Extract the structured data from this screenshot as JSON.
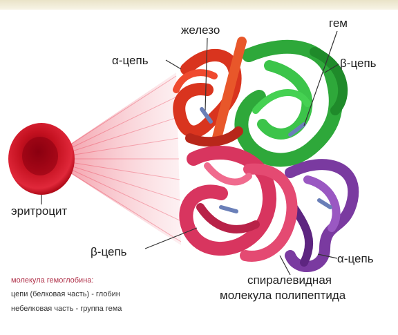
{
  "labels": {
    "iron": "железо",
    "heme": "гем",
    "alpha_top": "α-цепь",
    "beta_right": "β-цепь",
    "erythrocyte": "эритроцит",
    "beta_left": "β-цепь",
    "alpha_bottom": "α-цепь",
    "polypeptide_line1": "спиралевидная",
    "polypeptide_line2": "молекула полипептида"
  },
  "legend": {
    "line1": "молекула гемоглобина:",
    "line2": "цепи (белковая часть) - глобин",
    "line3": "небелковая часть - группа гема"
  },
  "colors": {
    "alpha_top": "#d9341e",
    "beta_right": "#2ea83a",
    "beta_left": "#d8355f",
    "alpha_bottom": "#7a3aa0",
    "erythrocyte": "#c3101f",
    "heme": "#6a7fb8"
  }
}
